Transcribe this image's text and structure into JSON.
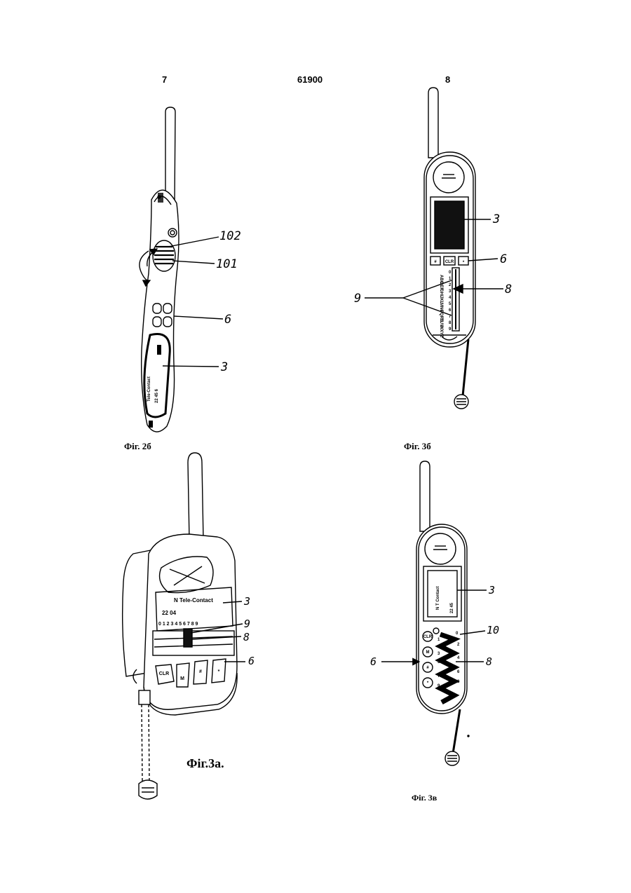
{
  "header": {
    "page_left": "7",
    "patent_number": "61900",
    "page_right": "8"
  },
  "figures": [
    {
      "caption": "Фіг. 2б",
      "labels": {
        "wheel_top": "102",
        "wheel_bottom": "101",
        "keys": "6",
        "display": "3"
      },
      "display_lines": [
        "Tele-Contact",
        "22 45 6"
      ]
    },
    {
      "caption": "Фіг. 3б",
      "labels": {
        "display": "3",
        "keys": "6",
        "slider": "8",
        "scale": "9"
      },
      "key_labels": [
        "#",
        "CLR",
        "*"
      ],
      "scale_letters": [
        "ABC",
        "DEF",
        "GHI",
        "JKL",
        "MNO",
        "PQRS",
        "TUV",
        "WXYZ"
      ],
      "scale_digits": [
        "0",
        "1",
        "2",
        "3",
        "4",
        "5",
        "6",
        "7",
        "8",
        "9"
      ]
    },
    {
      "caption": "Фіг.3а.",
      "labels": {
        "display": "3",
        "scale": "9",
        "slider": "8",
        "keys": "6"
      },
      "display_lines": [
        "N Tele-Contact",
        "22 04",
        "0 1 2 3 4 5 6 7 8 9"
      ],
      "key_labels": [
        "CLR",
        "M",
        "#",
        "*"
      ]
    },
    {
      "caption": "Фіг. 3в",
      "labels": {
        "display": "3",
        "wheel": "10",
        "slider": "8",
        "keys": "6"
      },
      "display_lines": [
        "N T Contact",
        "22 45"
      ],
      "key_labels": [
        "CLR",
        "M",
        "#",
        "*"
      ],
      "digits": [
        "0",
        "1",
        "2",
        "3",
        "4",
        "5",
        "6",
        "7",
        "8",
        "9"
      ]
    }
  ]
}
